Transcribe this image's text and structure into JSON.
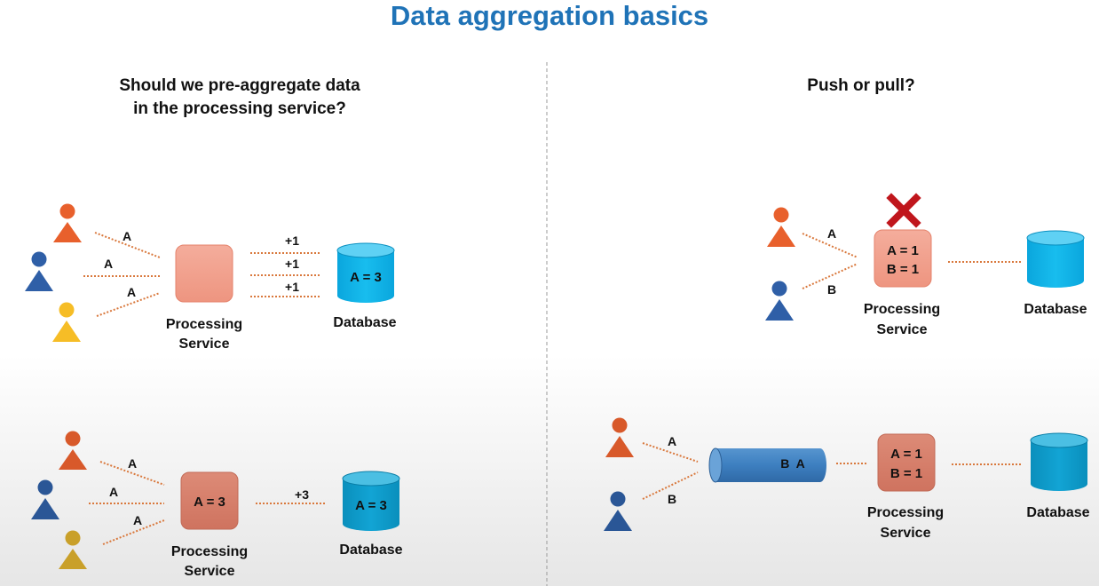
{
  "title": "Data aggregation basics",
  "left": {
    "heading_line1": "Should we pre-aggregate data",
    "heading_line2": "in the processing service?",
    "top": {
      "event_labels": [
        "A",
        "A",
        "A"
      ],
      "counter_labels": [
        "+1",
        "+1",
        "+1"
      ],
      "service_line1": "Processing",
      "service_line2": "Service",
      "db_value": "A = 3",
      "db_label": "Database"
    },
    "bottom": {
      "event_labels": [
        "A",
        "A",
        "A"
      ],
      "service_value": "A = 3",
      "counter_label": "+3",
      "service_line1": "Processing",
      "service_line2": "Service",
      "db_value": "A = 3",
      "db_label": "Database"
    }
  },
  "right": {
    "heading": "Push or pull?",
    "top": {
      "event_labels": [
        "A",
        "B"
      ],
      "service_values": [
        "A = 1",
        "B = 1"
      ],
      "service_line1": "Processing",
      "service_line2": "Service",
      "db_label": "Database"
    },
    "bottom": {
      "event_labels": [
        "A",
        "B"
      ],
      "queue_items": "B  A",
      "service_values": [
        "A = 1",
        "B = 1"
      ],
      "service_line1": "Processing",
      "service_line2": "Service",
      "db_label": "Database"
    }
  },
  "colors": {
    "title": "#1f73b7",
    "user_orange": "#e8602c",
    "user_blue": "#2f5fa7",
    "user_yellow": "#f6bd26",
    "user_dark_yellow": "#c9a02a",
    "service_fill": "#f2a08c",
    "service_dark_fill": "#d77b66",
    "db_fill": "#10b3e6",
    "db_dark_fill": "#0e9cc9",
    "queue_fill": "#3f82c2",
    "connector": "#d9783c",
    "reject_mark": "#c0161c"
  },
  "icons": [
    "user-icon",
    "database-icon",
    "queue-icon",
    "reject-x-icon"
  ]
}
